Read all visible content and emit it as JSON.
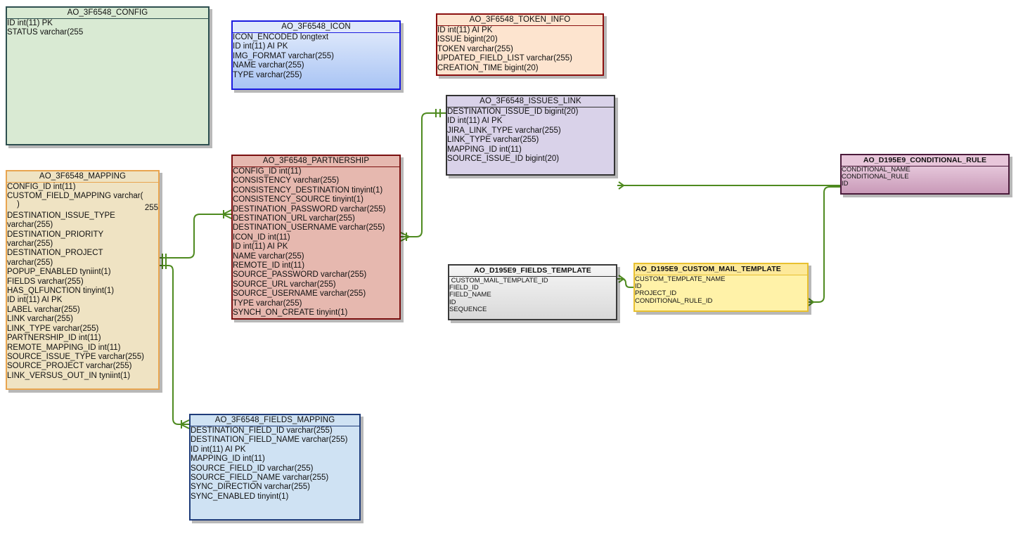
{
  "tables": {
    "config": {
      "title": "AO_3F6548_CONFIG",
      "columns": [
        "ID int(11) PK",
        "STATUS varchar(255"
      ]
    },
    "icon": {
      "title": "AO_3F6548_ICON",
      "columns": [
        "ICON_ENCODED longtext",
        "ID int(11) AI PK",
        "IMG_FORMAT varchar(255)",
        "NAME varchar(255)",
        "TYPE varchar(255)"
      ]
    },
    "token_info": {
      "title": "AO_3F6548_TOKEN_INFO",
      "columns": [
        "ID int(11) AI PK",
        "ISSUE bigint(20)",
        "TOKEN varchar(255)",
        "UPDATED_FIELD_LIST varchar(255)",
        "CREATION_TIME bigint(20)"
      ]
    },
    "issues_link": {
      "title": "AO_3F6548_ISSUES_LINK",
      "columns": [
        "DESTINATION_ISSUE_ID bigint(20)",
        "ID int(11) AI PK",
        "JIRA_LINK_TYPE varchar(255)",
        "LINK_TYPE varchar(255)",
        "MAPPING_ID int(11)",
        "SOURCE_ISSUE_ID bigint(20)"
      ]
    },
    "partnership": {
      "title": "AO_3F6548_PARTNERSHIP",
      "columns": [
        "CONFIG_ID int(11)",
        "CONSISTENCY varchar(255)",
        "CONSISTENCY_DESTINATION tinyint(1)",
        "CONSISTENCY_SOURCE tinyint(1)",
        "DESTINATION_PASSWORD varchar(255)",
        "DESTINATION_URL varchar(255)",
        "DESTINATION_USERNAME varchar(255)",
        "ICON_ID int(11)",
        "ID int(11) AI PK",
        "NAME varchar(255)",
        "REMOTE_ID int(11)",
        "SOURCE_PASSWORD varchar(255)",
        "SOURCE_URL varchar(255)",
        "SOURCE_USERNAME varchar(255)",
        "TYPE varchar(255)",
        "SYNCH_ON_CREATE tinyint(1)"
      ]
    },
    "mapping": {
      "title": "AO_3F6548_MAPPING",
      "columns": [
        "CONFIG_ID int(11)",
        "CUSTOM_FIELD_MAPPING varchar(",
        ")",
        "255",
        "DESTINATION_ISSUE_TYPE",
        "varchar(255)",
        "DESTINATION_PRIORITY",
        "varchar(255)",
        "DESTINATION_PROJECT",
        "varchar(255)",
        "POPUP_ENABLED tyniint(1)",
        "FIELDS varchar(255)",
        "HAS_QLFUNCTION tinyint(1)",
        "ID int(11) AI PK",
        "LABEL varchar(255)",
        "LINK varchar(255)",
        "LINK_TYPE varchar(255)",
        "PARTNERSHIP_ID int(11)",
        "REMOTE_MAPPING_ID int(11)",
        "SOURCE_ISSUE_TYPE varchar(255)",
        "SOURCE_PROJECT varchar(255)",
        "LINK_VERSUS_OUT_IN tyniint(1)"
      ]
    },
    "fields_mapping": {
      "title": "AO_3F6548_FIELDS_MAPPING",
      "columns": [
        "DESTINATION_FIELD_ID varchar(255)",
        "DESTINATION_FIELD_NAME varchar(255)",
        "ID int(11) AI PK",
        "MAPPING_ID int(11)",
        "SOURCE_FIELD_ID varchar(255)",
        "SOURCE_FIELD_NAME varchar(255)",
        "SYNC_DIRECTION varchar(255)",
        "SYNC_ENABLED tinyint(1)"
      ]
    },
    "conditional_rule": {
      "title": "AO_D195E9_CONDITIONAL_RULE",
      "columns": [
        "CONDITIONAL_NAME",
        "CONDITIONAL_RULE",
        "ID"
      ]
    },
    "fields_template": {
      "title": "AO_D195E9_FIELDS_TEMPLATE",
      "columns": [
        " CUSTOM_MAIL_TEMPLATE_ID",
        "FIELD_ID",
        "FIELD_NAME",
        "ID",
        "SEQUENCE"
      ]
    },
    "custom_mail_template": {
      "title": "AO_D195E9_CUSTOM_MAIL_TEMPLATE",
      "columns": [
        "CUSTOM_TEMPLATE_NAME",
        "ID",
        "PROJECT_ID",
        "CONDITIONAL_RULE_ID"
      ]
    }
  },
  "colors": {
    "link_line": "#4e8a1f",
    "config_bg": "#d9ead3",
    "icon_border": "#1a1ae0",
    "token_bg": "#fde4cf",
    "issues_bg": "#d9d2e9",
    "partnership_bg": "#e6b8af",
    "mapping_bg": "#efe3c3",
    "fields_mapping_bg": "#cfe2f3",
    "mail_bg": "#fff2a8"
  }
}
